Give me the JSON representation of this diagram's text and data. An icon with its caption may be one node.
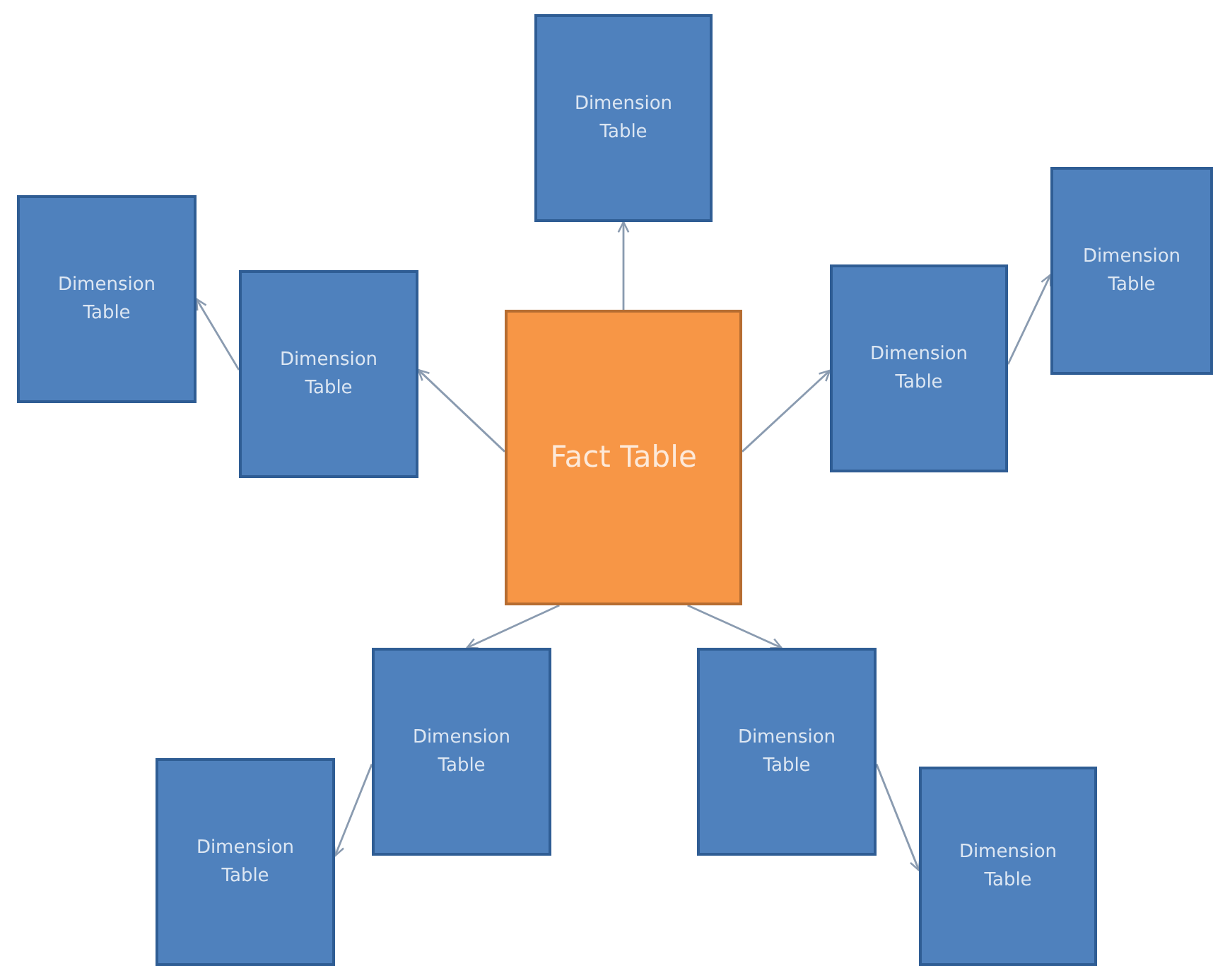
{
  "diagram": {
    "nodes": [
      {
        "text": [
          "Dimension Table"
        ]
      },
      {
        "text": [
          "Dimension Table"
        ]
      },
      {
        "text": [
          "Dimension Table"
        ]
      },
      {
        "text": [
          "Dimension Table"
        ]
      },
      {
        "text": [
          "Dimension Table"
        ]
      },
      {
        "text": [
          "Fact Table"
        ]
      },
      {
        "text": [
          "Dimension Table"
        ]
      },
      {
        "text": [
          "Dimension Table"
        ]
      },
      {
        "text": [
          "Dimension Table"
        ]
      },
      {
        "text": [
          "Dimension Table"
        ]
      }
    ],
    "edges": [
      {
        "from": 5,
        "to": 0,
        "arrow": "to"
      },
      {
        "from": 5,
        "to": 3,
        "arrow": "to"
      },
      {
        "from": 3,
        "to": 1,
        "arrow": "to"
      },
      {
        "from": 5,
        "to": 4,
        "arrow": "to"
      },
      {
        "from": 4,
        "to": 2,
        "arrow": "to"
      },
      {
        "from": 5,
        "to": 6,
        "arrow": "to"
      },
      {
        "from": 6,
        "to": 8,
        "arrow": "to"
      },
      {
        "from": 5,
        "to": 7,
        "arrow": "to"
      },
      {
        "from": 7,
        "to": 9,
        "arrow": "to"
      }
    ]
  }
}
